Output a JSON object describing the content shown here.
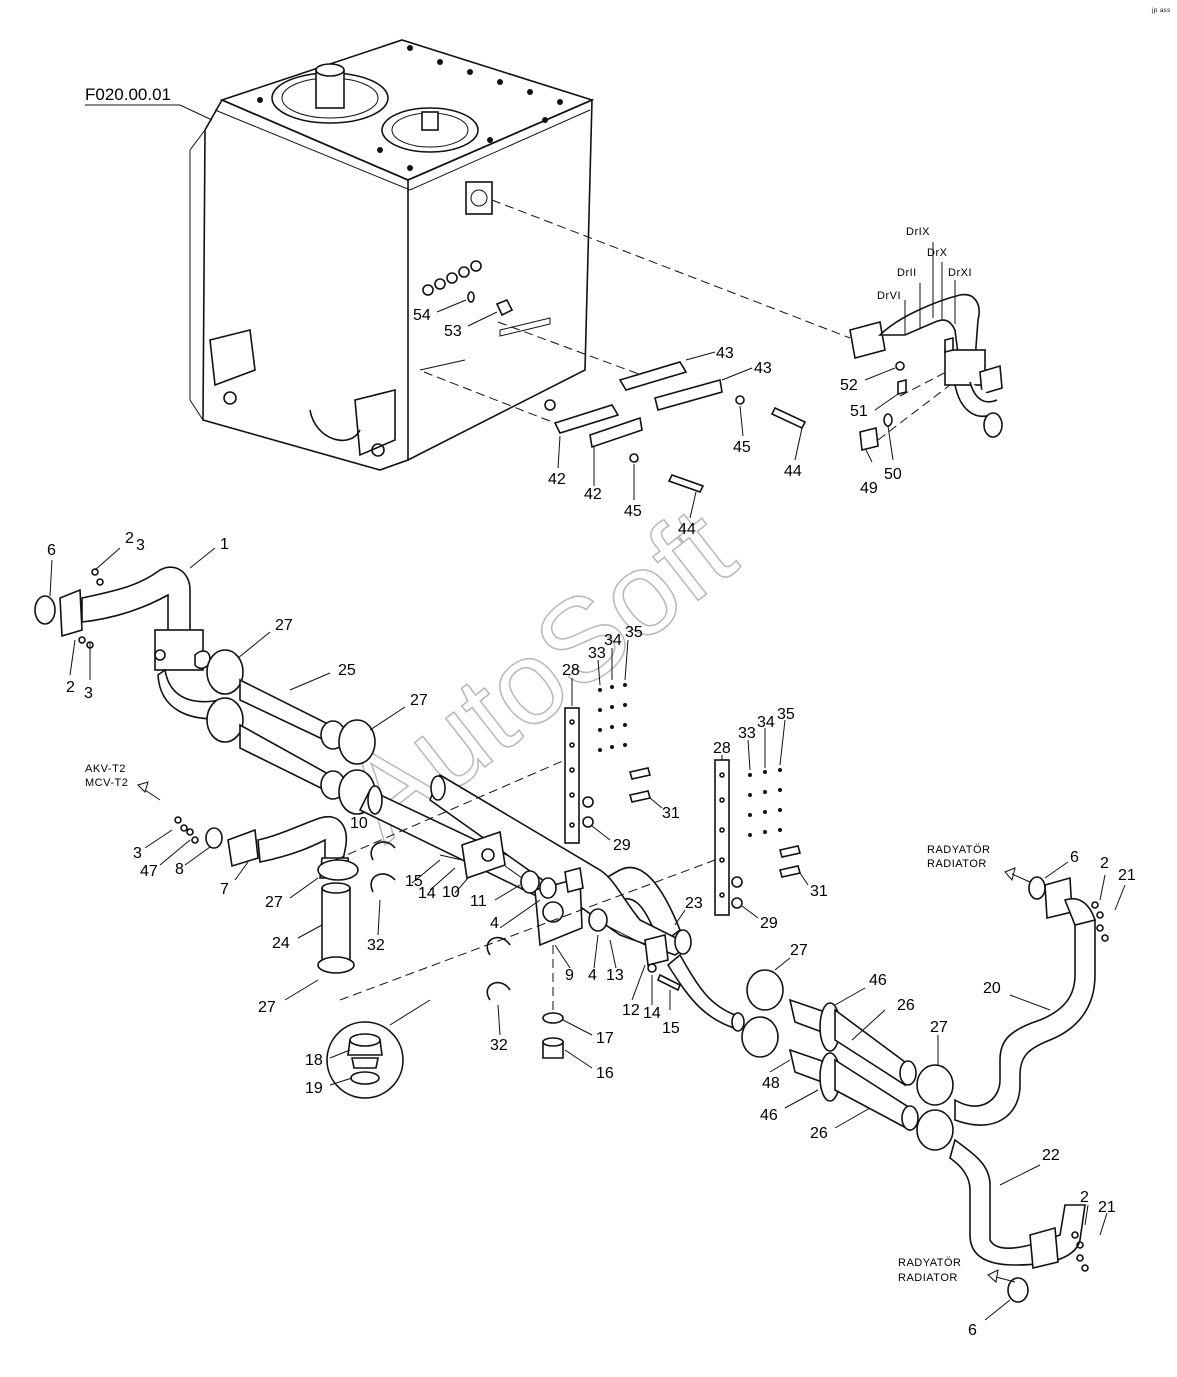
{
  "drawing": {
    "reference_code": "F020.00.01",
    "watermark": "AutoSoft",
    "tag_top_right": "jp ass"
  },
  "callouts": [
    {
      "id": "c1",
      "text": "1"
    },
    {
      "id": "c2a",
      "text": "2"
    },
    {
      "id": "c3a",
      "text": "3"
    },
    {
      "id": "c2b",
      "text": "2"
    },
    {
      "id": "c3b",
      "text": "3"
    },
    {
      "id": "c6a",
      "text": "6"
    },
    {
      "id": "c25",
      "text": "25"
    },
    {
      "id": "c27a",
      "text": "27"
    },
    {
      "id": "c27b",
      "text": "27"
    },
    {
      "id": "c3c",
      "text": "3"
    },
    {
      "id": "c47",
      "text": "47"
    },
    {
      "id": "c8",
      "text": "8"
    },
    {
      "id": "c7",
      "text": "7"
    },
    {
      "id": "c27c",
      "text": "27"
    },
    {
      "id": "c24",
      "text": "24"
    },
    {
      "id": "c27d",
      "text": "27"
    },
    {
      "id": "c10a",
      "text": "10"
    },
    {
      "id": "c15a",
      "text": "15"
    },
    {
      "id": "c14a",
      "text": "14"
    },
    {
      "id": "c10b",
      "text": "10"
    },
    {
      "id": "c11",
      "text": "11"
    },
    {
      "id": "c32a",
      "text": "32"
    },
    {
      "id": "c4a",
      "text": "4"
    },
    {
      "id": "c9",
      "text": "9"
    },
    {
      "id": "c4b",
      "text": "4"
    },
    {
      "id": "c13",
      "text": "13"
    },
    {
      "id": "c12",
      "text": "12"
    },
    {
      "id": "c14b",
      "text": "14"
    },
    {
      "id": "c15b",
      "text": "15"
    },
    {
      "id": "c32b",
      "text": "32"
    },
    {
      "id": "c17",
      "text": "17"
    },
    {
      "id": "c16",
      "text": "16"
    },
    {
      "id": "c18",
      "text": "18"
    },
    {
      "id": "c19",
      "text": "19"
    },
    {
      "id": "c28a",
      "text": "28"
    },
    {
      "id": "c33a",
      "text": "33"
    },
    {
      "id": "c34a",
      "text": "34"
    },
    {
      "id": "c35a",
      "text": "35"
    },
    {
      "id": "c31a",
      "text": "31"
    },
    {
      "id": "c29a",
      "text": "29"
    },
    {
      "id": "c28b",
      "text": "28"
    },
    {
      "id": "c33b",
      "text": "33"
    },
    {
      "id": "c34b",
      "text": "34"
    },
    {
      "id": "c35b",
      "text": "35"
    },
    {
      "id": "c31b",
      "text": "31"
    },
    {
      "id": "c29b",
      "text": "29"
    },
    {
      "id": "c23",
      "text": "23"
    },
    {
      "id": "c27e",
      "text": "27"
    },
    {
      "id": "c46a",
      "text": "46"
    },
    {
      "id": "c26a",
      "text": "26"
    },
    {
      "id": "c48",
      "text": "48"
    },
    {
      "id": "c46b",
      "text": "46"
    },
    {
      "id": "c26b",
      "text": "26"
    },
    {
      "id": "c27f",
      "text": "27"
    },
    {
      "id": "c20",
      "text": "20"
    },
    {
      "id": "c6b",
      "text": "6"
    },
    {
      "id": "c2c",
      "text": "2"
    },
    {
      "id": "c21a",
      "text": "21"
    },
    {
      "id": "c22",
      "text": "22"
    },
    {
      "id": "c2d",
      "text": "2"
    },
    {
      "id": "c21b",
      "text": "21"
    },
    {
      "id": "c6c",
      "text": "6"
    },
    {
      "id": "c54",
      "text": "54"
    },
    {
      "id": "c53",
      "text": "53"
    },
    {
      "id": "c43a",
      "text": "43"
    },
    {
      "id": "c43b",
      "text": "43"
    },
    {
      "id": "c42a",
      "text": "42"
    },
    {
      "id": "c42b",
      "text": "42"
    },
    {
      "id": "c45a",
      "text": "45"
    },
    {
      "id": "c45b",
      "text": "45"
    },
    {
      "id": "c44a",
      "text": "44"
    },
    {
      "id": "c44b",
      "text": "44"
    },
    {
      "id": "c52",
      "text": "52"
    },
    {
      "id": "c51",
      "text": "51"
    },
    {
      "id": "c49",
      "text": "49"
    },
    {
      "id": "c50",
      "text": "50"
    }
  ],
  "port_labels": {
    "drix": "DrIX",
    "drx": "DrX",
    "drxi": "DrXI",
    "drii": "DrII",
    "drvi": "DrVI"
  },
  "connection_labels": {
    "akv": "AKV-T2",
    "mcv": "MCV-T2",
    "radiator_tr_1": "RADYATÖR",
    "radiator_en_1": "RADIATOR",
    "radiator_tr_2": "RADYATÖR",
    "radiator_en_2": "RADIATOR"
  }
}
